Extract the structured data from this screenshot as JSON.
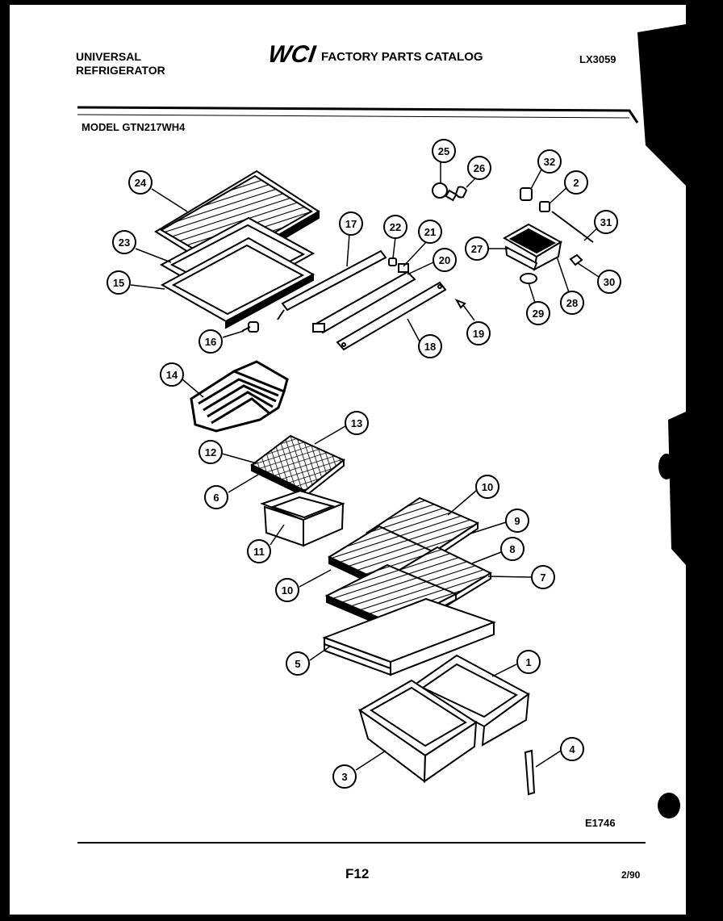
{
  "header": {
    "brand_line1": "UNIVERSAL",
    "brand_line2": "REFRIGERATOR",
    "logo_text": "WCI",
    "catalog_title": "FACTORY PARTS CATALOG",
    "catalog_code": "LX3059"
  },
  "model": "MODEL GTN217WH4",
  "callouts": [
    "24",
    "23",
    "15",
    "16",
    "17",
    "22",
    "21",
    "20",
    "18",
    "19",
    "25",
    "26",
    "32",
    "2",
    "31",
    "27",
    "30",
    "28",
    "29",
    "14",
    "13",
    "12",
    "6",
    "11",
    "10",
    "9",
    "8",
    "7",
    "10",
    "5",
    "1",
    "4",
    "3"
  ],
  "footer": {
    "diagram_id": "E1746",
    "page": "F12",
    "date": "2/90"
  }
}
